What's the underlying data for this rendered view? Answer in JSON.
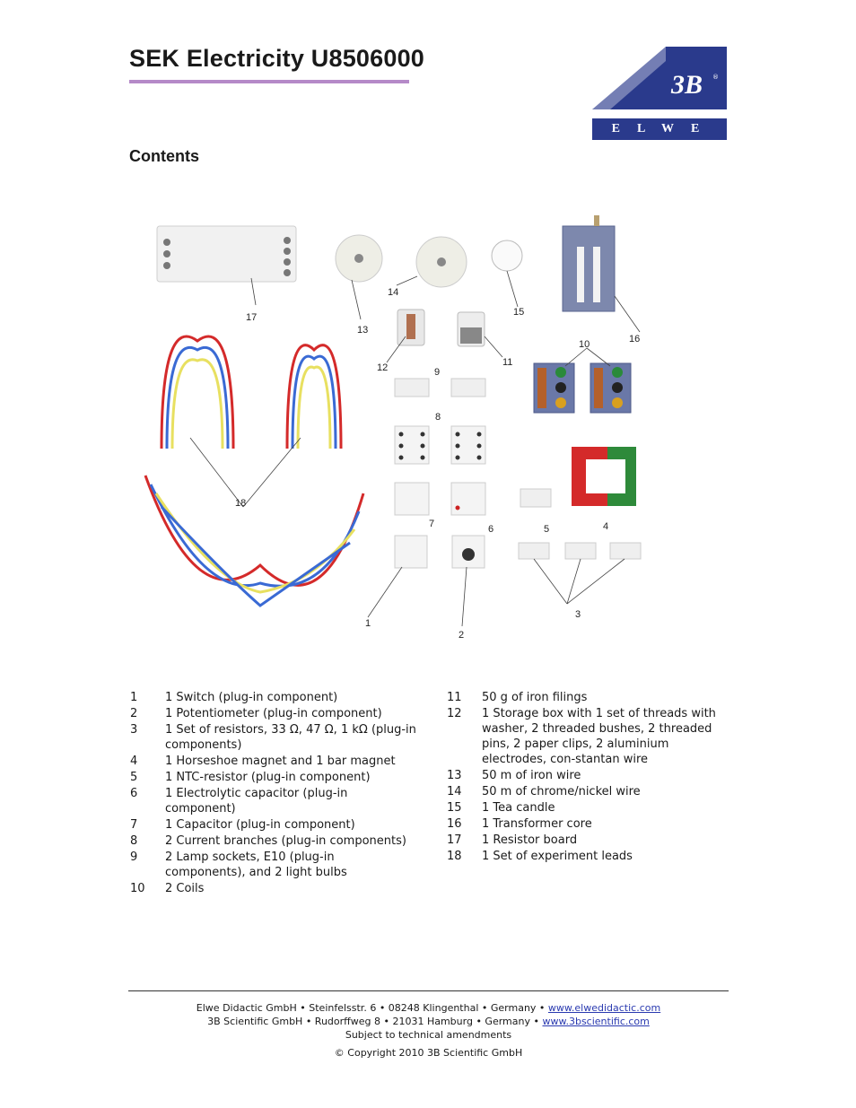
{
  "document": {
    "title": "SEK Electricity U8506000",
    "section_title": "Contents"
  },
  "logo": {
    "mark_text": "3B",
    "brand_text": "ELWE",
    "registered": "®"
  },
  "callouts": [
    "1",
    "2",
    "3",
    "4",
    "5",
    "6",
    "7",
    "8",
    "9",
    "10",
    "11",
    "12",
    "13",
    "14",
    "15",
    "16",
    "17",
    "18"
  ],
  "contents_left": [
    {
      "num": "1",
      "text": "1 Switch (plug-in component)"
    },
    {
      "num": "2",
      "text": "1 Potentiometer (plug-in component)"
    },
    {
      "num": "3",
      "text": "1 Set of resistors, 33 Ω, 47 Ω, 1 kΩ (plug-in components)"
    },
    {
      "num": "4",
      "text": "1 Horseshoe magnet and 1 bar magnet"
    },
    {
      "num": "5",
      "text": "1 NTC-resistor (plug-in component)"
    },
    {
      "num": "6",
      "text": "1 Electrolytic capacitor (plug-in component)"
    },
    {
      "num": "7",
      "text": "1 Capacitor (plug-in component)"
    },
    {
      "num": "8",
      "text": "2 Current branches (plug-in components)"
    },
    {
      "num": "9",
      "text": "2 Lamp sockets, E10 (plug-in components), and 2 light bulbs"
    },
    {
      "num": "10",
      "text": "2 Coils"
    }
  ],
  "contents_right": [
    {
      "num": "11",
      "text": "50 g of iron filings"
    },
    {
      "num": "12",
      "text": "1 Storage box with 1 set of threads with washer, 2 threaded bushes, 2 threaded pins, 2 paper clips, 2 aluminium electrodes, con-stantan wire"
    },
    {
      "num": "13",
      "text": "50 m of iron wire"
    },
    {
      "num": "14",
      "text": "50 m of chrome/nickel wire"
    },
    {
      "num": "15",
      "text": "1 Tea candle"
    },
    {
      "num": "16",
      "text": "1 Transformer core"
    },
    {
      "num": "17",
      "text": "1 Resistor board"
    },
    {
      "num": "18",
      "text": "1 Set of experiment leads"
    }
  ],
  "footer": {
    "line1_text": "Elwe Didactic GmbH • Steinfelsstr. 6 • 08248 Klingenthal • Germany • ",
    "line1_link": "www.elwedidactic.com",
    "line2_text": "3B Scientific GmbH • Rudorffweg 8 • 21031 Hamburg • Germany • ",
    "line2_link": "www.3bscientific.com",
    "line3": "Subject to technical amendments",
    "copyright": "© Copyright 2010 3B Scientific GmbH"
  },
  "colors": {
    "title_rule": "#b58ac8",
    "logo_blue": "#2a3a8c",
    "link": "#2a3ab0"
  }
}
